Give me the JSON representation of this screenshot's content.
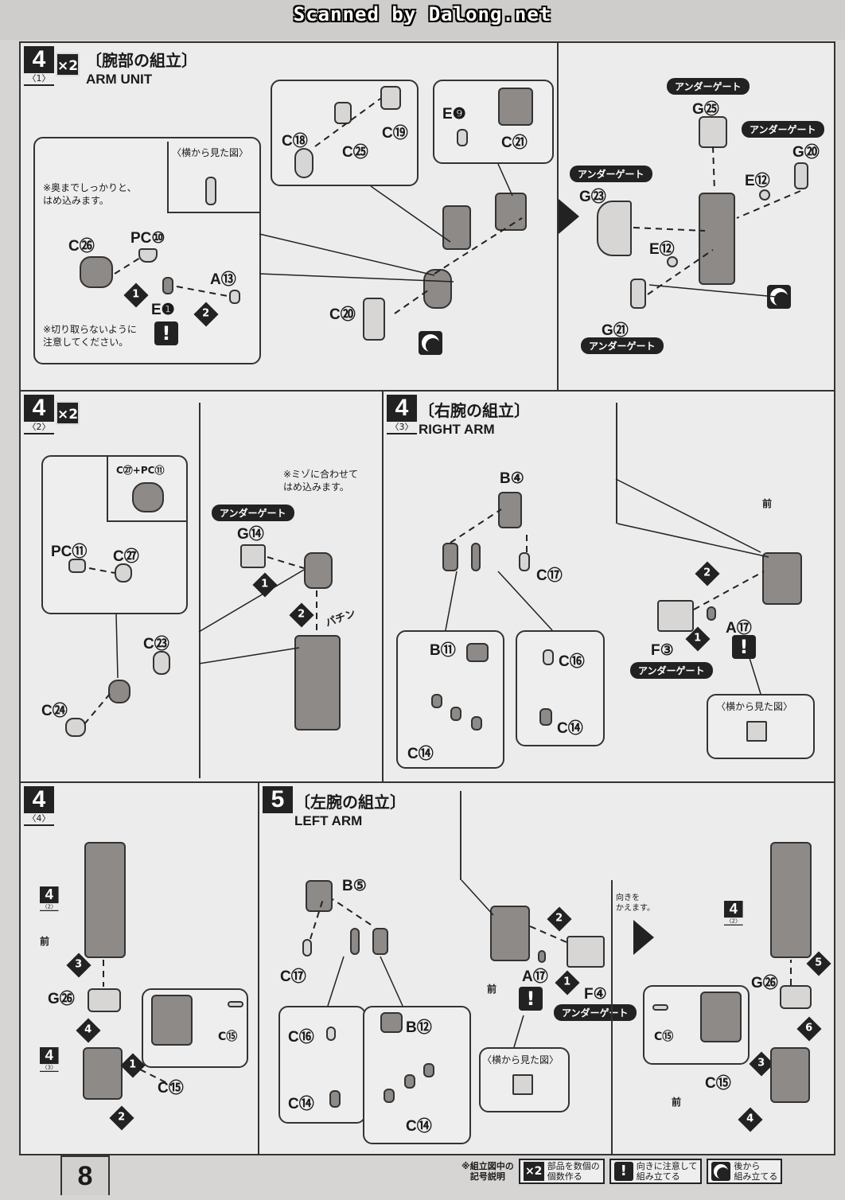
{
  "scan_banner": "Scanned by Dalong.net",
  "page_number": "8",
  "step4_1": {
    "step": "4",
    "sub": "〈1〉",
    "mult": "×2",
    "title_jp": "〔腕部の組立〕",
    "title_en": "ARM UNIT",
    "side_view_label": "〈横から見た図〉",
    "note_push": "※奥までしっかりと、\nはめ込みます。",
    "note_no_cut": "※切り取らないように\n注意してください。",
    "parts": {
      "c26": "C㉖",
      "pc10": "PC⑩",
      "a13": "A⑬",
      "e1": "E❶",
      "c18": "C⑱",
      "c25": "C㉕",
      "c19": "C⑲",
      "e9": "E❾",
      "c21": "C㉑",
      "c20": "C⑳",
      "g25": "G㉕",
      "g20": "G⑳",
      "e12a": "E⑫",
      "e12b": "E⑫",
      "g23": "G㉓",
      "g21": "G㉑"
    },
    "under_gate": "アンダーゲート"
  },
  "step4_2": {
    "step": "4",
    "sub": "〈2〉",
    "mult": "×2",
    "parts": {
      "c27pc11": "C㉗+PC⑪",
      "pc11": "PC⑪",
      "c27": "C㉗",
      "c23": "C㉓",
      "c24": "C㉔",
      "g14": "G⑭"
    },
    "note_groove": "※ミゾに合わせて\nはめ込みます。",
    "under_gate": "アンダーゲート",
    "snap": "パチン"
  },
  "step4_3": {
    "step": "4",
    "sub": "〈3〉",
    "title_jp": "〔右腕の組立〕",
    "title_en": "RIGHT ARM",
    "parts": {
      "b4": "B④",
      "c17": "C⑰",
      "b11": "B⑪",
      "c16": "C⑯",
      "c14a": "C⑭",
      "c14b": "C⑭",
      "f3": "F③",
      "a17": "A⑰"
    },
    "under_gate": "アンダーゲート",
    "front": "前",
    "side_view_label": "〈横から見た図〉"
  },
  "step4_4": {
    "step": "4",
    "sub": "〈4〉",
    "ref_top": "4",
    "ref_top_sub": "〈2〉",
    "ref_bottom": "4",
    "ref_bottom_sub": "〈3〉",
    "front": "前",
    "parts": {
      "g26": "G㉖",
      "c15a": "C⑮",
      "c15b": "C⑮"
    }
  },
  "step5": {
    "step": "5",
    "title_jp": "〔左腕の組立〕",
    "title_en": "LEFT ARM",
    "parts": {
      "b5": "B⑤",
      "c17": "C⑰",
      "c16": "C⑯",
      "c14a": "C⑭",
      "b12": "B⑫",
      "c14b": "C⑭",
      "a17": "A⑰",
      "f4": "F④",
      "g26": "G㉖",
      "c15a": "C⑮",
      "c15b": "C⑮"
    },
    "front": "前",
    "rotate_note": "向きを\nかえます。",
    "under_gate": "アンダーゲート",
    "side_view_label": "〈横から見た図〉",
    "ref": "4",
    "ref_sub": "〈2〉"
  },
  "legend": {
    "heading": "※組立図中の\n記号説明",
    "items": [
      {
        "symbol": "×2",
        "text": "部品を数個の\n個数作る"
      },
      {
        "symbol": "!",
        "text": "向きに注意して\n組み立てる"
      },
      {
        "symbol": "back",
        "text": "後から\n組み立てる"
      }
    ]
  },
  "ordinals": [
    "1",
    "2",
    "3",
    "4",
    "5",
    "6"
  ]
}
